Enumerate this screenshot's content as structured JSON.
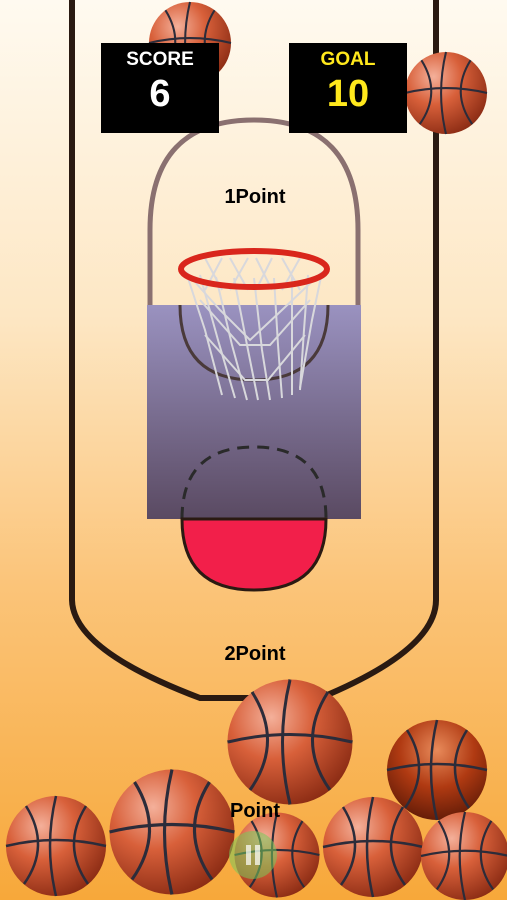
{
  "scoreboard": {
    "score_label": "SCORE",
    "score_value": "6",
    "goal_label": "GOAL",
    "goal_value": "10"
  },
  "zones": {
    "one_point": "1Point",
    "two_point": "2Point",
    "three_point_partial": "Point"
  },
  "colors": {
    "court_top": "#fffaf0",
    "court_bottom": "#f7a83a",
    "rim": "#d9261c",
    "target_fill": "#f21f4a",
    "backboard": "#9a92c0",
    "goal_text": "#ffe81c"
  },
  "icons": {
    "pause": "pause-icon",
    "ball": "basketball-icon"
  }
}
